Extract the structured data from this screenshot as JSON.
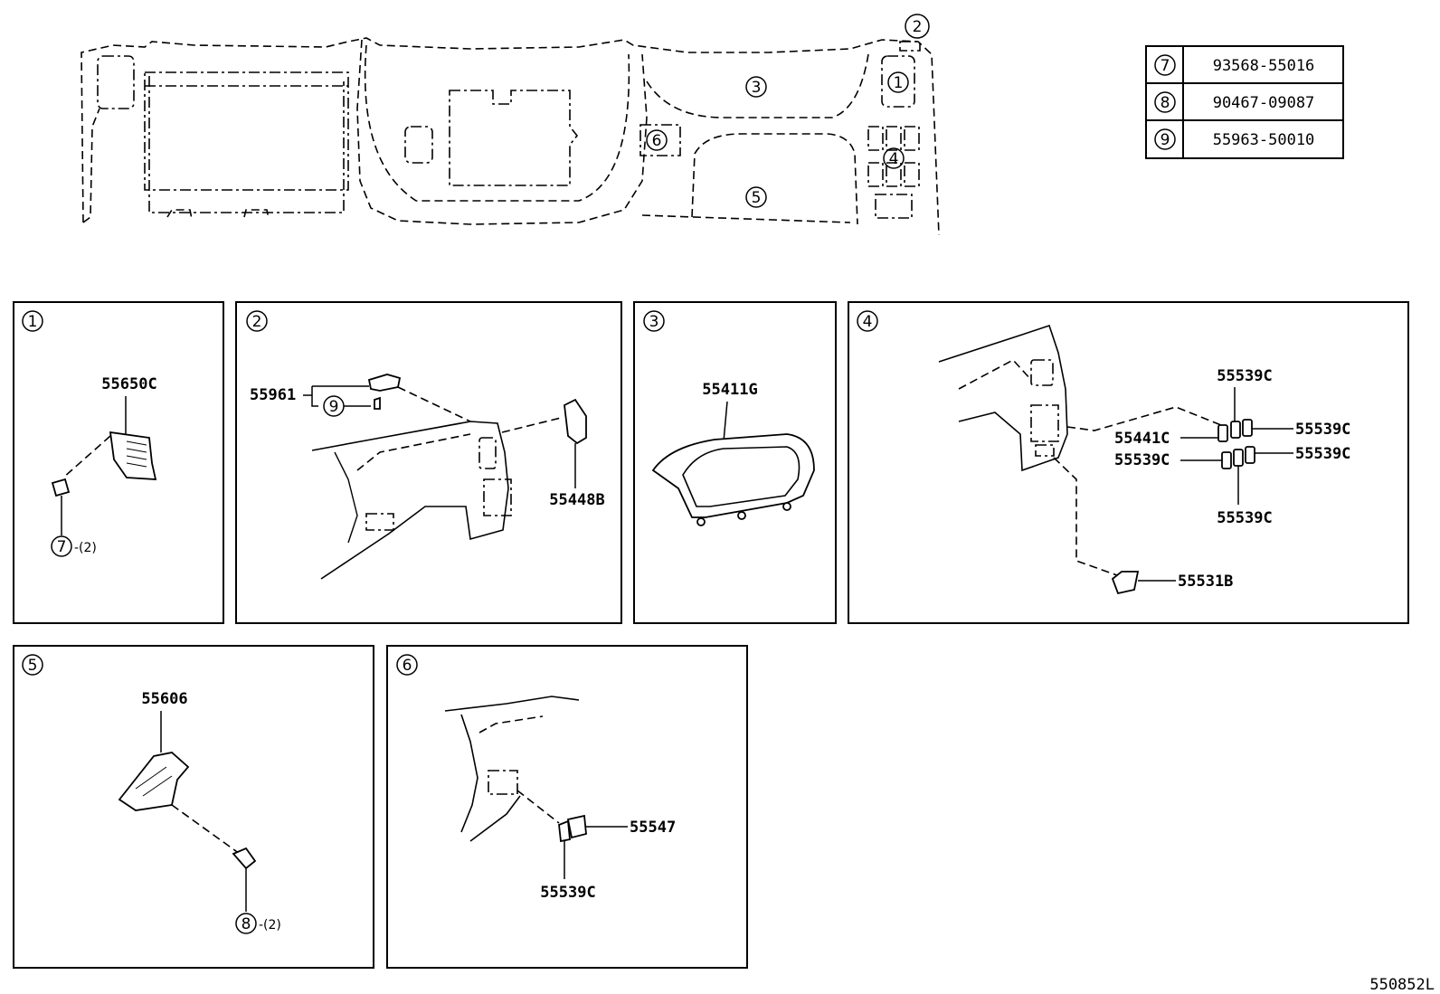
{
  "overview": {
    "callouts": [
      "1",
      "2",
      "3",
      "4",
      "5",
      "6"
    ]
  },
  "parts_table": [
    {
      "num": "7",
      "part": "93568-55016"
    },
    {
      "num": "8",
      "part": "90467-09087"
    },
    {
      "num": "9",
      "part": "55963-50010"
    }
  ],
  "panels": [
    {
      "num": "1",
      "labels": {
        "main": "55650C",
        "fastener": "7",
        "qty": "-(2)"
      }
    },
    {
      "num": "2",
      "labels": {
        "left": "55961",
        "sub": "9",
        "right": "55448B"
      }
    },
    {
      "num": "3",
      "labels": {
        "main": "55411G"
      }
    },
    {
      "num": "4",
      "labels": {
        "top": "55539C",
        "right1": "55539C",
        "left1": "55441C",
        "left2": "55539C",
        "right2": "55539C",
        "bottom": "55539C",
        "vent": "55531B"
      }
    },
    {
      "num": "5",
      "labels": {
        "main": "55606",
        "fastener": "8",
        "qty": "-(2)"
      }
    },
    {
      "num": "6",
      "labels": {
        "right": "55547",
        "bottom": "55539C"
      }
    }
  ],
  "diagram_code": "550852L"
}
